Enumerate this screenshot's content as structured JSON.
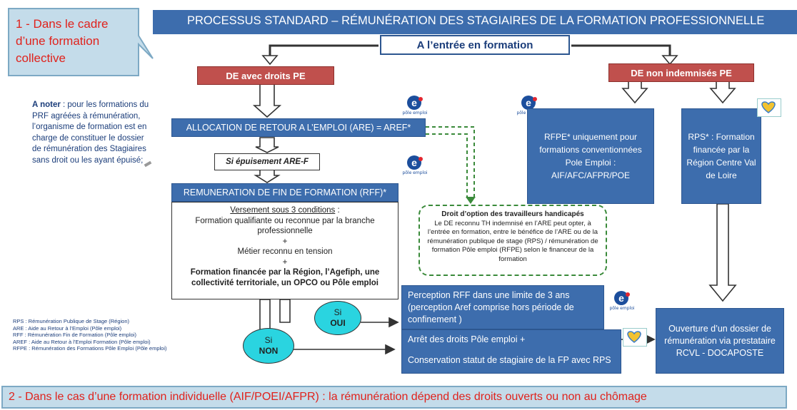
{
  "header": {
    "title": "PROCESSUS STANDARD – RÉMUNÉRATION DES STAGIAIRES DE LA FORMATION PROFESSIONNELLE",
    "entry_label": "A l’entrée en formation"
  },
  "callout_top": {
    "text": "1 -  Dans le cadre d’une formation collective"
  },
  "note": {
    "bold": "A noter",
    "text": " : pour les formations du PRF agréées à rémunération, l’organisme de formation est en charge de constituer le dossier de rémunération des Stagiaires sans droit ou les ayant épuisé;"
  },
  "left_branch": {
    "title": "DE avec droits PE",
    "are_box": "ALLOCATION DE RETOUR A L’EMPLOI (ARE) = AREF*",
    "epuisement": "Si épuisement ARE-F",
    "rff_title": "REMUNERATION DE FIN DE FORMATION (RFF)*",
    "conditions": {
      "heading": "Versement sous 3 conditions",
      "heading_suffix": " :",
      "c1": "Formation qualifiante ou reconnue par la branche professionnelle",
      "plus": "+",
      "c2": "Métier reconnu en tension",
      "c3": "Formation financée par la Région, l’Agefiph, une collectivité territoriale, un OPCO ou Pôle emploi"
    }
  },
  "right_branch": {
    "title": "DE non indemnisés PE",
    "rfpe": "RFPE* uniquement pour formations conventionnées Pole Emploi : AIF/AFC/AFPR/POE",
    "rps": "RPS* : Formation financée par la Région Centre Val de Loire"
  },
  "handicap_box": {
    "title": "Droit d’option des travailleurs handicapés",
    "text": "Le DE reconnu TH indemnisé en l’ARE peut opter, à l’entrée  en formation, entre le bénéfice de l’ARE ou de la rémunération  publique de stage (RPS) / rémunération de formation Pôle emploi (RFPE) selon le financeur de la formation"
  },
  "decisions": {
    "oui_line1": "Si",
    "oui_line2": "OUI",
    "non_line1": "Si",
    "non_line2": "NON"
  },
  "outcomes": {
    "perception": "Perception RFF dans une limite de 3 ans (perception Aref comprise hors période de confinement )",
    "arret_line1": "Arrêt des droits Pôle emploi +",
    "arret_line2": "Conservation statut de stagiaire de la FP avec RPS",
    "ouverture": "Ouverture d’un dossier de rémunération via prestataire RCVL - DOCAPOSTE"
  },
  "legend": [
    "RPS : Rémunération Publique de Stage (Région)",
    "ARE : Aide au Retour à l’Emploi (Pôle emploi)",
    "RFF : Rémunération Fin de Formation (Pôle emploi)",
    "AREF : Aide au Retour à l’Emploi Formation (Pôle emploi)",
    "RFPE : Rémunération des Formations Pôle Emploi (Pôle emploi)"
  ],
  "logos": {
    "pole_emploi": "pôle emploi"
  },
  "footer": {
    "text": "2 - Dans le cas d’une formation individuelle (AIF/POEI/AFPR) : la rémunération dépend des droits ouverts ou non au chômage"
  },
  "colors": {
    "header_blue": "#3d6dad",
    "box_blue": "#3d6dad",
    "red": "#c0504d",
    "cyan": "#2ad4e0",
    "callout_bg": "#c4dcea",
    "dashed_green": "#3a8a3a"
  }
}
